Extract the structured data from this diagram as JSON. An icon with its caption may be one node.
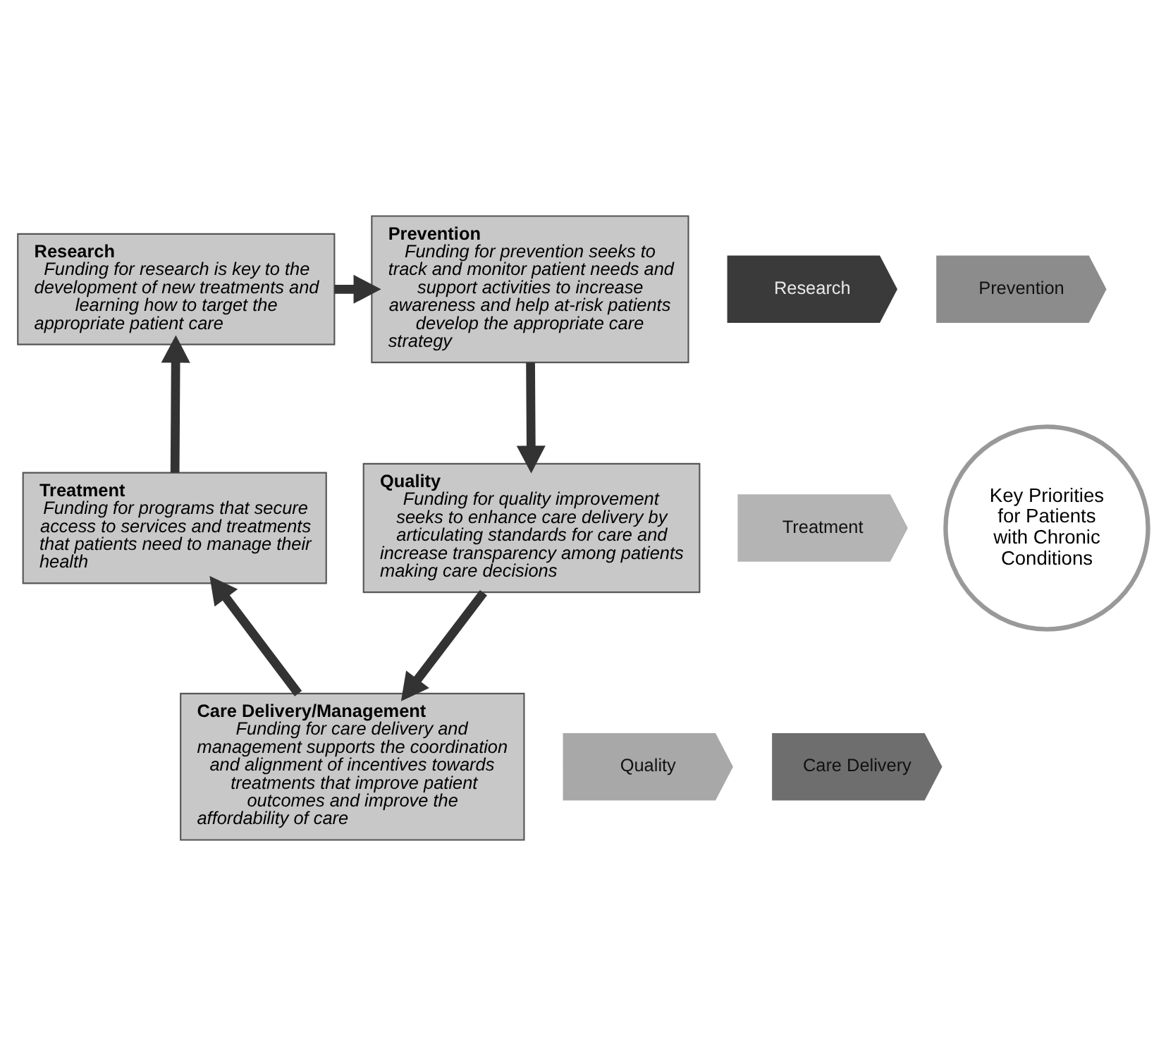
{
  "diagram": {
    "nodes": [
      {
        "text": [
          "Research",
          "Funding for research is key to the development of new treatments and learning how to target the appropriate patient care"
        ]
      },
      {
        "text": [
          "Prevention",
          "Funding for prevention seeks to track and monitor patient needs and support activities to increase awareness and help at-risk patients develop the appropriate care strategy"
        ]
      },
      {
        "text": [
          "Research"
        ]
      },
      {
        "text": [
          "Prevention"
        ]
      },
      {
        "text": [
          "Treatment",
          "Funding for programs that secure access to services and treatments that patients need to manage their health"
        ]
      },
      {
        "text": [
          "Treatment"
        ]
      },
      {
        "text": [
          "Key Priorities for Patients with Chronic Conditions"
        ]
      },
      {
        "text": [
          "Quality",
          "Funding for quality improvement seeks to enhance care delivery by articulating standards for care and increase transparency among patients making care decisions"
        ]
      },
      {
        "text": [
          "Quality"
        ]
      },
      {
        "text": [
          "Care Delivery"
        ]
      },
      {
        "text": [
          "Care Delivery/Management",
          "Funding for care delivery and management supports the coordination and alignment of incentives towards treatments that improve patient outcomes and improve the affordability of care"
        ]
      }
    ],
    "edges": [
      {
        "from": 0,
        "to": 1,
        "arrow": "to"
      },
      {
        "from": 1,
        "to": 7,
        "arrow": "to"
      },
      {
        "from": 7,
        "to": 10,
        "arrow": "to"
      },
      {
        "from": 10,
        "to": 4,
        "arrow": "to"
      },
      {
        "from": 4,
        "to": 0,
        "arrow": "to"
      }
    ]
  }
}
